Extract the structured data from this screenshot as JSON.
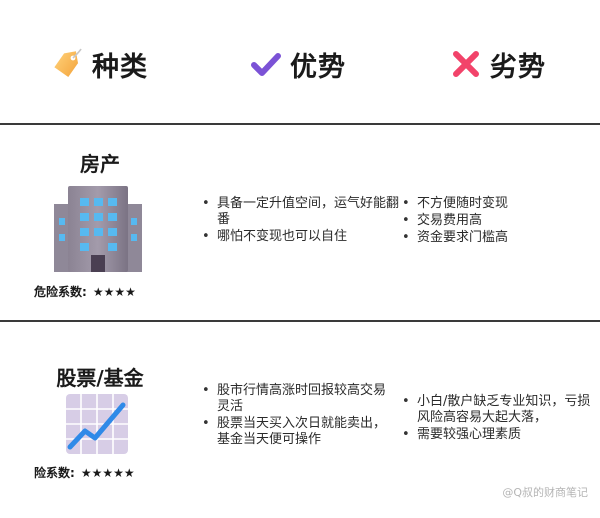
{
  "header": {
    "col1": {
      "label": "种类",
      "icon": "tag-icon"
    },
    "col2": {
      "label": "优势",
      "icon": "checkmark-icon"
    },
    "col3": {
      "label": "劣势",
      "icon": "cross-icon"
    }
  },
  "rows": [
    {
      "title": "房产",
      "icon": "building-icon",
      "risk_label": "危险系数:",
      "risk_stars": "★★★★",
      "advantages": [
        "具备一定升值空间，运气好能翻番",
        "哪怕不变现也可以自住"
      ],
      "disadvantages": [
        "不方便随时变现",
        "交易费用高",
        "资金要求门槛高"
      ]
    },
    {
      "title": "股票/基金",
      "icon": "chart-increasing-icon",
      "risk_label": "险系数:",
      "risk_stars": "★★★★★",
      "advantages": [
        "股市行情高涨时回报较高交易灵活",
        "股票当天买入次日就能卖出，基金当天便可操作"
      ],
      "disadvantages": [
        "小白/散户缺乏专业知识，亏损风险高容易大起大落，",
        "需要较强心理素质"
      ]
    }
  ],
  "watermark": "@Q叔的财商笔记",
  "colors": {
    "divider": "#3a3a3a",
    "check": "#7b52d6",
    "cross": "#f2436a",
    "tag": "#f7b64a"
  }
}
